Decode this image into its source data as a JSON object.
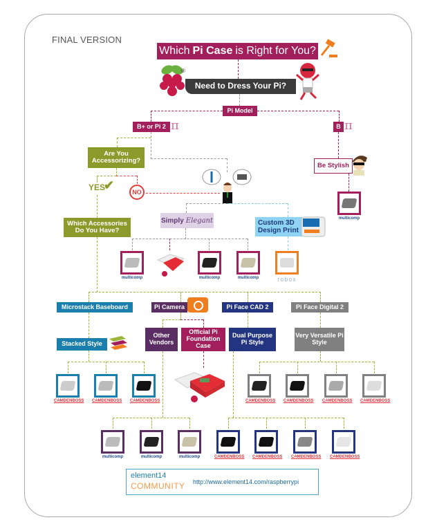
{
  "label": "FINAL VERSION",
  "header": {
    "title_pre": "Which",
    "title_bold": "Pi Case",
    "title_post": "is Right for You?",
    "subtitle": "Need to Dress Your Pi?",
    "registered": "®"
  },
  "nodes": {
    "pi_model": "Pi Model",
    "b_plus": "B+ or Pi 2",
    "b": "B",
    "pi_symbol": "π",
    "are_you_accessorizing": "Are You Accessorizing?",
    "yes": "YES",
    "yes_icon": "✔",
    "no": "NO",
    "which_accessories": "Which Accessories Do You Have?",
    "simply": "Simply",
    "elegant": "Elegant",
    "custom_3d": "Custom 3D Design Print",
    "be_stylish": "Be Stylish",
    "microstack": "Microstack Baseboard",
    "pi_camera": "Pi Camera",
    "pi_face_cad2": "Pi Face CAD 2",
    "pi_face_digital2": "Pi Face Digital 2",
    "stacked_style": "Stacked Style",
    "other_vendors": "Other Vendors",
    "official_case": "Official Pi Foundation Case",
    "dual_purpose": "Dual Purpose Pi Style",
    "very_versatile": "Very Versatile Pi Style"
  },
  "brands": {
    "multicomp": "multicomp",
    "camdenboss": "CAMDENBOSS",
    "robox": "robox"
  },
  "footer": {
    "element14": "element14",
    "community": "COMMUNITY",
    "url": "http://www.element14.com/raspberrypi"
  },
  "colors": {
    "magenta": "#a31f5b",
    "olive": "#8c9a2b",
    "teal": "#1b7fae",
    "purple": "#5a2d63",
    "navy": "#233580",
    "gray": "#808080",
    "orange": "#f07d1e"
  }
}
